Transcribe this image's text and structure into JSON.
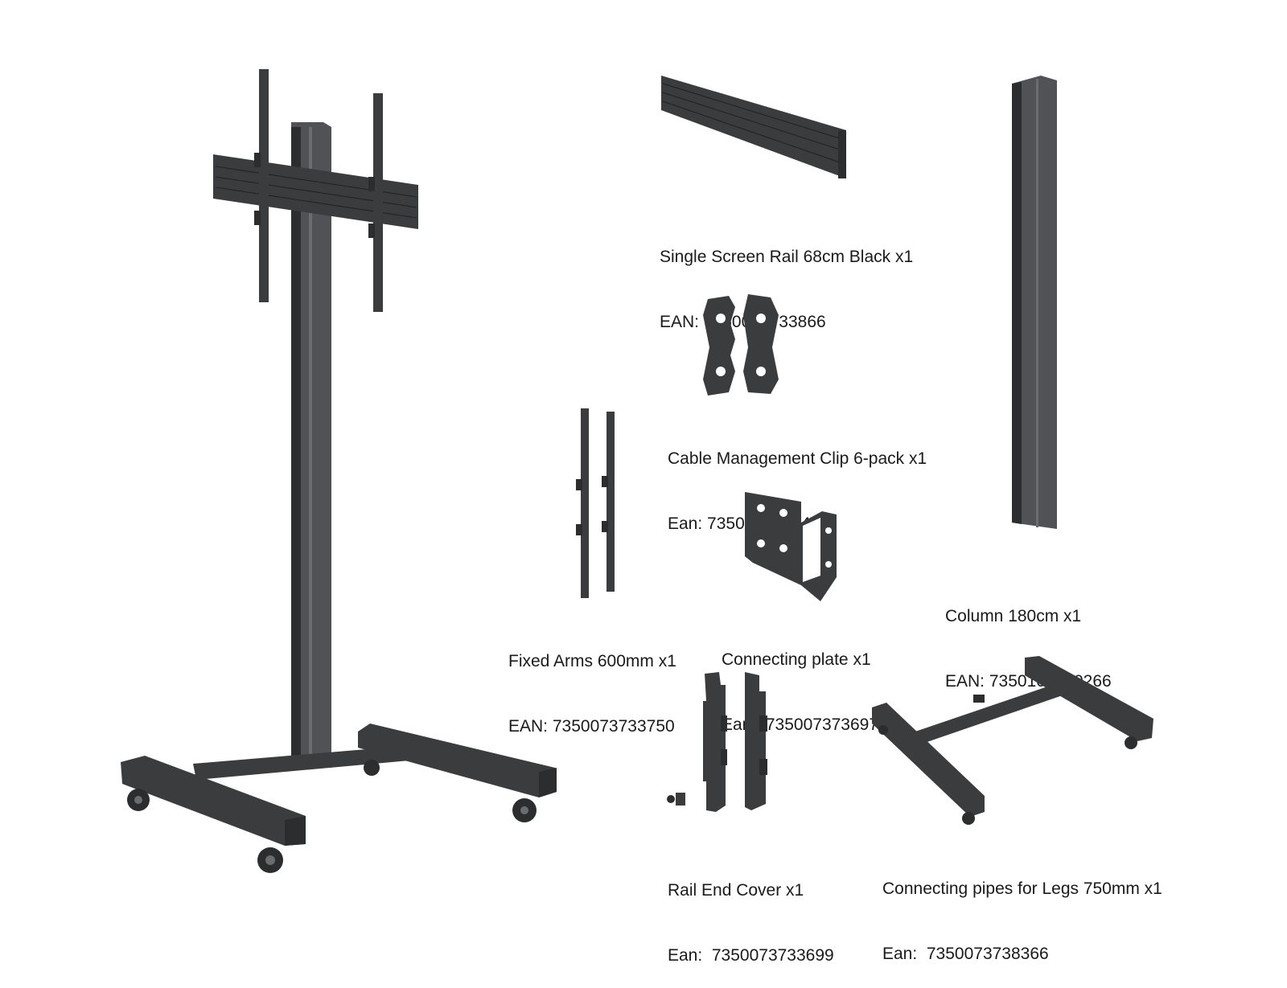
{
  "parts": [
    {
      "id": "rail",
      "name": "Single Screen Rail 68cm Black x1",
      "code": "EAN: 7350073733866"
    },
    {
      "id": "clip",
      "name": "Cable Management Clip 6-pack x1",
      "code": "Ean: 7350073737482"
    },
    {
      "id": "column",
      "name": "Column 180cm x1",
      "code": "EAN: 7350105210266"
    },
    {
      "id": "arms",
      "name": "Fixed Arms 600mm x1",
      "code": "EAN: 7350073733750"
    },
    {
      "id": "plate",
      "name": "Connecting plate x1",
      "code": "Ean:  7350073736973"
    },
    {
      "id": "endcover",
      "name": "Rail End Cover x1",
      "code": "Ean:  7350073733699"
    },
    {
      "id": "pipes",
      "name": "Connecting pipes for Legs 750mm x1",
      "code": "Ean:  7350073738366"
    }
  ],
  "colors": {
    "product": "#3b3c3e",
    "text": "#1a1a1a",
    "background": "#ffffff"
  }
}
